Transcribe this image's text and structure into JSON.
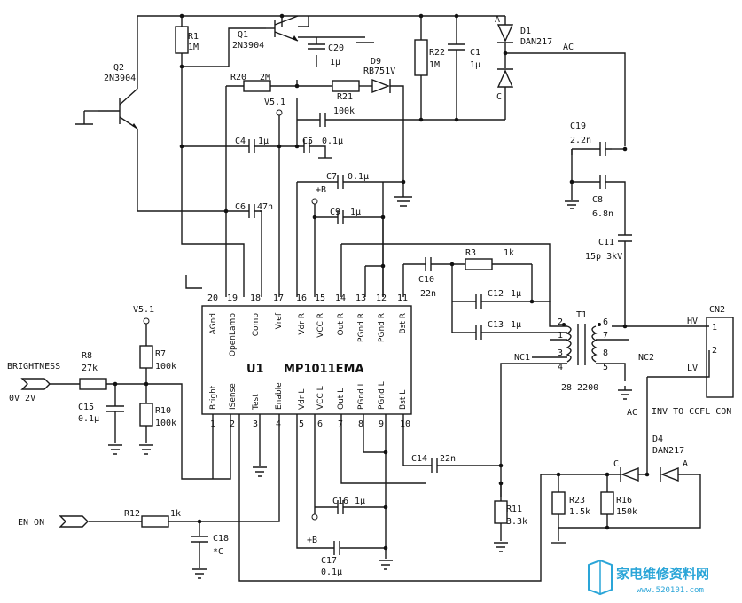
{
  "chip": {
    "ref": "U1",
    "name": "MP1011EMA"
  },
  "top_pins": [
    {
      "n": "20",
      "label": "AGnd"
    },
    {
      "n": "19",
      "label": "OpenLamp"
    },
    {
      "n": "18",
      "label": "Comp"
    },
    {
      "n": "17",
      "label": "Vref"
    },
    {
      "n": "16",
      "label": "Vdr R"
    },
    {
      "n": "15",
      "label": "VCC R"
    },
    {
      "n": "14",
      "label": "Out R"
    },
    {
      "n": "13",
      "label": "PGnd R"
    },
    {
      "n": "12",
      "label": "PGnd R"
    },
    {
      "n": "11",
      "label": "Bst R"
    }
  ],
  "bottom_pins": [
    {
      "n": "1",
      "label": "Bright"
    },
    {
      "n": "2",
      "label": "ISense"
    },
    {
      "n": "3",
      "label": "Test"
    },
    {
      "n": "4",
      "label": "Enable"
    },
    {
      "n": "5",
      "label": "Vdr L"
    },
    {
      "n": "6",
      "label": "VCC L"
    },
    {
      "n": "7",
      "label": "Out L"
    },
    {
      "n": "8",
      "label": "PGnd L"
    },
    {
      "n": "9",
      "label": "PGnd L"
    },
    {
      "n": "10",
      "label": "Bst L"
    }
  ],
  "parts": {
    "r1": "R1",
    "r1v": "1M",
    "q1": "Q1",
    "q1v": "2N3904",
    "q2": "Q2",
    "q2v": "2N3904",
    "c20": "C20",
    "c20v": "1μ",
    "d9": "D9",
    "d9v": "RB751V",
    "r22": "R22",
    "r22v": "1M",
    "c1": "C1",
    "c1v": "1μ",
    "d1": "D1",
    "d1v": "DAN217",
    "r20": "R20",
    "r20v": "2M",
    "r21": "R21",
    "r21v": "100k",
    "c4": "C4",
    "c4v": "1μ",
    "c5": "C5",
    "c5v": "0.1μ",
    "c7": "C7",
    "c7v": "0.1μ",
    "c9": "C9",
    "c9v": "1μ",
    "c6": "C6",
    "c6v": "47n",
    "c19": "C19",
    "c19v": "2.2n",
    "c8": "C8",
    "c8v": "6.8n",
    "c11": "C11",
    "c11v": "15p 3kV",
    "r3": "R3",
    "r3v": "1k",
    "c10": "C10",
    "c10v": "22n",
    "c12": "C12",
    "c12v": "1μ",
    "c13": "C13",
    "c13v": "1μ",
    "t1": "T1",
    "t1v": "28 2200",
    "r8": "R8",
    "r8v": "27k",
    "r7": "R7",
    "r7v": "100k",
    "r10": "R10",
    "r10v": "100k",
    "c15": "C15",
    "c15v": "0.1μ",
    "c14": "C14",
    "c14v": "22n",
    "r11": "R11",
    "r11v": "3.3k",
    "r12": "R12",
    "r12v": "1k",
    "c18": "C18",
    "c18v": "*C",
    "c16": "C16",
    "c16v": "1μ",
    "c17": "C17",
    "c17v": "0.1μ",
    "r23": "R23",
    "r23v": "1.5k",
    "r16": "R16",
    "r16v": "150k",
    "d4": "D4",
    "d4v": "DAN217",
    "cn2": "CN2"
  },
  "net": {
    "v51_a": "V5.1",
    "v51_b": "V5.1",
    "plusb_a": "+B",
    "plusb_b": "+B",
    "ac_a": "AC",
    "ac_b": "AC",
    "brightness": "BRIGHTNESS",
    "brightness_range": "0V  2V",
    "en_on": "EN ON",
    "nc1": "NC1",
    "nc2": "NC2",
    "hv": "HV",
    "lv": "LV",
    "inv_ccfl": "INV TO CCFL CON",
    "a1": "A",
    "c1": "C",
    "a4": "A",
    "c4": "C"
  },
  "transformer_pins": [
    "1",
    "2",
    "3",
    "4",
    "5",
    "6",
    "7",
    "8"
  ],
  "cn2_pins": [
    "1",
    "2"
  ],
  "watermark": {
    "title": "家电维修资料网",
    "url": "www.520101.com"
  }
}
